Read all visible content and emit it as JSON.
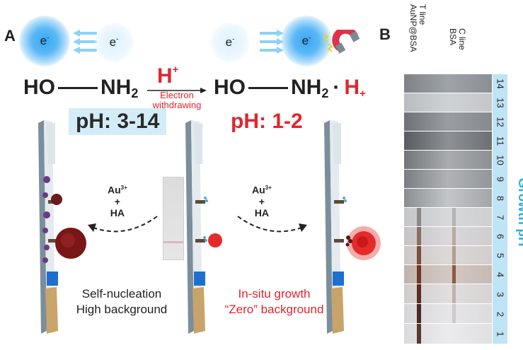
{
  "panel_a": {
    "label": "A",
    "electron_symbol": "e",
    "electron_charge": "-",
    "reaction": {
      "left_formula": {
        "ho": "HO",
        "nh": "NH",
        "sub": "2"
      },
      "arrow_top": "H",
      "arrow_top_charge": "+",
      "arrow_caption_line1": "Electron",
      "arrow_caption_line2": "withdrawing",
      "right_formula": {
        "ho": "HO",
        "nh": "NH",
        "sub": "2",
        "dot": "·",
        "h": "H",
        "charge": "+"
      }
    },
    "ph_left": "pH: 3-14",
    "ph_right": "pH: 1-2",
    "reagents_left": {
      "au": "Au",
      "au_charge": "3+",
      "plus": "+",
      "ha": "HA"
    },
    "reagents_right": {
      "au": "Au",
      "au_charge": "3+",
      "plus": "+",
      "ha": "HA"
    },
    "caption_left_line1": "Self-nucleation",
    "caption_left_line2": "High  background",
    "caption_right_line1": "In-situ growth",
    "caption_right_line2": "“Zero” background",
    "colors": {
      "red": "#e0262e",
      "ph_box_bg": "#d3edf8",
      "electron_glow": "#3aa8f4",
      "arrow_blue": "#8fd0f5"
    }
  },
  "panel_b": {
    "label": "B",
    "column_tline": [
      "T line",
      "AuNP@BSA"
    ],
    "column_cline": [
      "C line",
      "BSA"
    ],
    "axis_title": "Growth pH",
    "ph_values": [
      "14",
      "13",
      "12",
      "11",
      "10",
      "9",
      "8",
      "7",
      "6",
      "5",
      "4",
      "3",
      "2",
      "1"
    ],
    "colors": {
      "axis_bar": "#bfe4f5",
      "axis_title": "#2bb0de"
    }
  }
}
